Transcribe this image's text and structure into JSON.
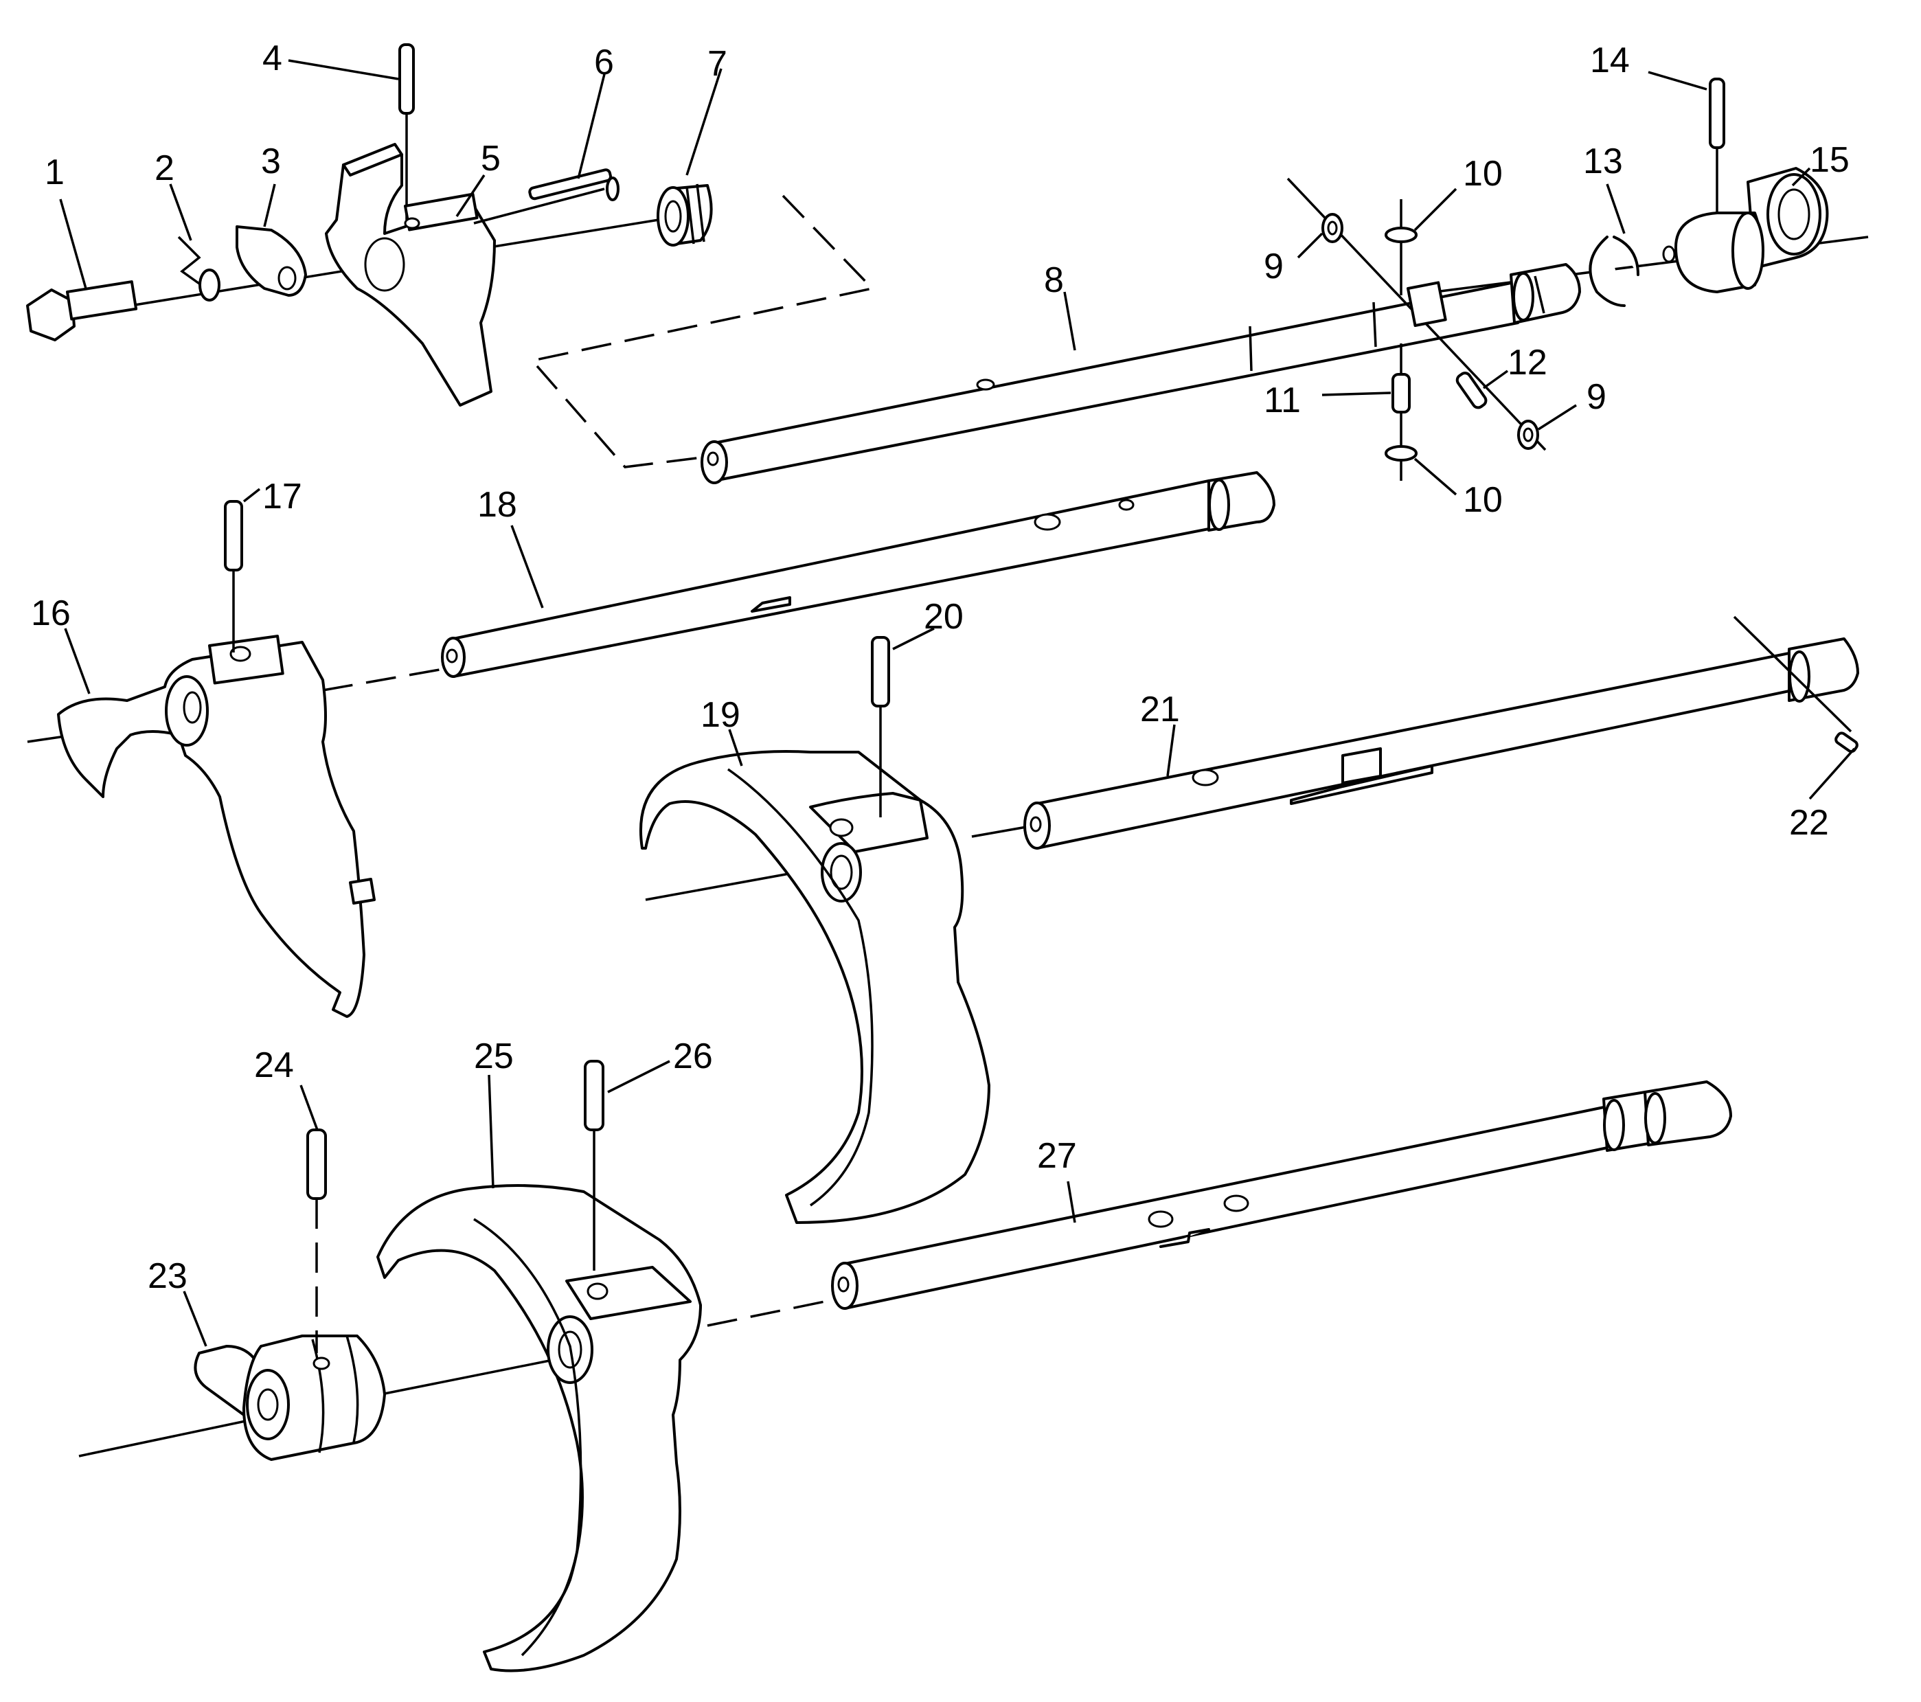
{
  "callouts": {
    "c1": "1",
    "c2": "2",
    "c3": "3",
    "c4": "4",
    "c5": "5",
    "c6": "6",
    "c7": "7",
    "c8": "8",
    "c9a": "9",
    "c9b": "9",
    "c10a": "10",
    "c10b": "10",
    "c11": "11",
    "c12": "12",
    "c13": "13",
    "c14": "14",
    "c15": "15",
    "c16": "16",
    "c17": "17",
    "c18": "18",
    "c19": "19",
    "c20": "20",
    "c21": "21",
    "c22": "22",
    "c23": "23",
    "c24": "24",
    "c25": "25",
    "c26": "26",
    "c27": "27"
  }
}
